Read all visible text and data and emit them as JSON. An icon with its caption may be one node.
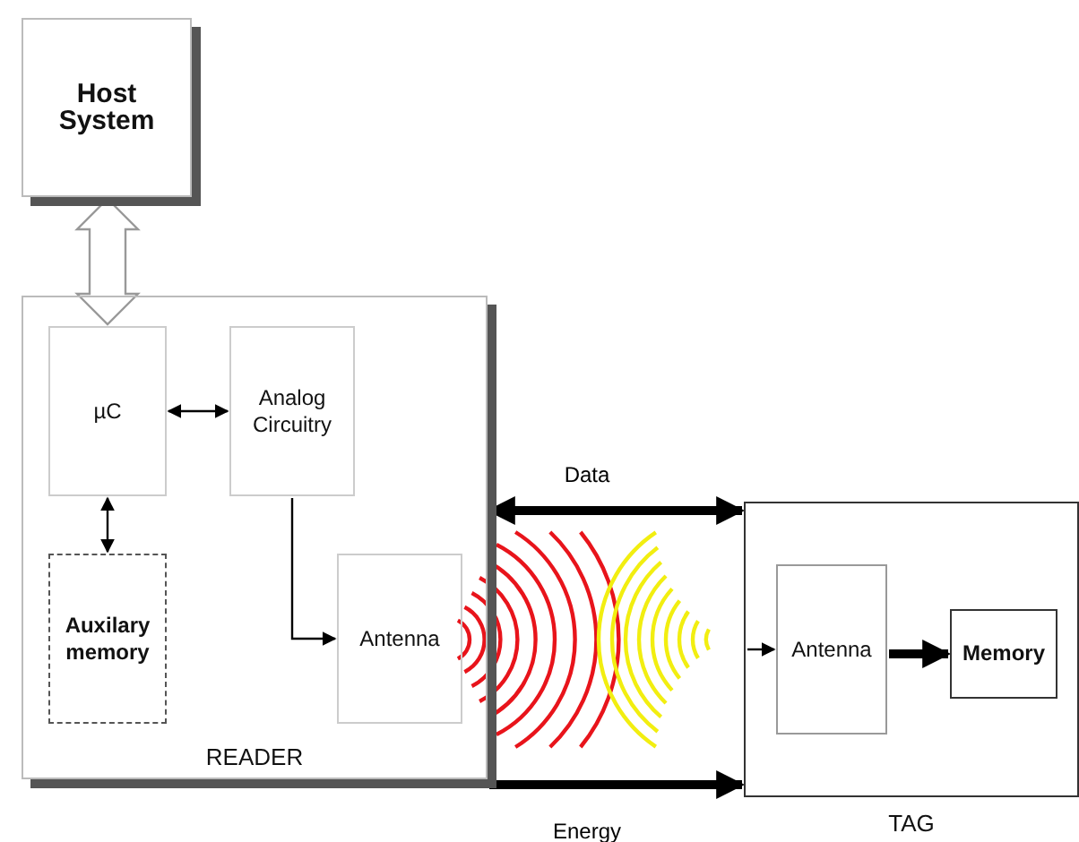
{
  "diagram": {
    "nodes": [
      {
        "text": [
          "Host System"
        ]
      },
      {
        "text": [
          "READER"
        ]
      },
      {
        "text": [
          "µC"
        ],
        "in": 1
      },
      {
        "text": [
          "Analog Circuitry"
        ],
        "in": 1
      },
      {
        "text": [
          "Auxilary memory"
        ],
        "in": 1
      },
      {
        "text": [
          "Antenna"
        ],
        "in": 1
      },
      {
        "text": [
          "TAG"
        ]
      },
      {
        "text": [
          "Antenna"
        ],
        "in": 6
      },
      {
        "text": [
          "Memory"
        ],
        "in": 6
      }
    ],
    "edges": [
      {
        "from": 0,
        "to": 2,
        "arrow": "both",
        "style": "thick"
      },
      {
        "from": 2,
        "to": 3,
        "arrow": "both"
      },
      {
        "from": 2,
        "to": 4,
        "arrow": "both"
      },
      {
        "from": 3,
        "to": 5,
        "arrow": "to"
      },
      {
        "from": 1,
        "to": 6,
        "arrow": "both",
        "label": "Data",
        "style": "thick"
      },
      {
        "from": 1,
        "to": 6,
        "arrow": "to",
        "label": "Energy",
        "style": "thick"
      },
      {
        "from": null,
        "to": 7,
        "arrow": "to"
      },
      {
        "from": 7,
        "to": 8,
        "arrow": "to",
        "style": "thick"
      }
    ]
  }
}
